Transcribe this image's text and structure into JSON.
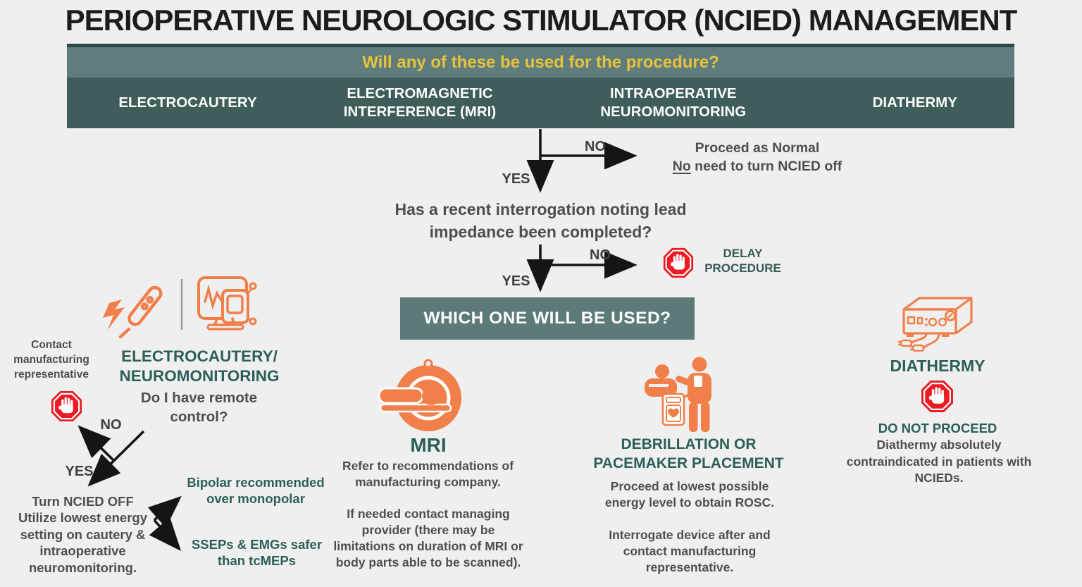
{
  "title": "PERIOPERATIVE NEUROLOGIC STIMULATOR (NCIED) MANAGEMENT",
  "header": {
    "question": "Will any of these be used for the procedure?",
    "columns": {
      "electrocautery": "ELECTROCAUTERY",
      "emi": "ELECTROMAGNETIC\nINTERFERENCE (MRI)",
      "ionm": "INTRAOPERATIVE\nNEUROMONITORING",
      "diathermy": "DIATHERMY"
    }
  },
  "flow": {
    "branch1": {
      "no": "NO",
      "yes": "YES",
      "result_line1": "Proceed as Normal",
      "result_no_word": "No",
      "result_rest": " need to turn NCIED off"
    },
    "question2": "Has a recent interrogation noting lead\nimpedance been completed?",
    "branch2": {
      "no": "NO",
      "yes": "YES",
      "delay": "DELAY\nPROCEDURE"
    },
    "which_box": "WHICH ONE WILL BE USED?"
  },
  "electro": {
    "heading": "ELECTROCAUTERY/\nNEUROMONITORING",
    "question": "Do I have remote\ncontrol?",
    "no": "NO",
    "yes": "YES",
    "contact": "Contact\nmanufacturing\nrepresentative",
    "turn_off": "Turn NCIED OFF\nUtilize lowest energy\nsetting on cautery &\nintraoperative\nneuromonitoring.",
    "tip_bipolar": "Bipolar recommended\nover monopolar",
    "tip_sseps": "SSEPs & EMGs safer\nthan tcMEPs"
  },
  "mri": {
    "heading": "MRI",
    "para1": "Refer to recommendations of\nmanufacturing company.",
    "para2": "If needed contact managing\nprovider (there may be\nlimitations on duration of MRI or\nbody parts able to be scanned)."
  },
  "defib": {
    "heading": "DEBRILLATION OR\nPACEMAKER PLACEMENT",
    "para1": "Proceed at lowest possible\nenergy level to obtain ROSC.",
    "para2": "Interrogate device after and\ncontact manufacturing\nrepresentative."
  },
  "diathermy": {
    "heading": "DIATHERMY",
    "subheading": "DO NOT PROCEED",
    "para": "Diathermy absolutely\ncontraindicated in patients with\nNCIEDs."
  },
  "colors": {
    "teal_dark": "#3e5d5b",
    "teal_light": "#5e7d7c",
    "teal_heading": "#2b5f58",
    "yellow": "#e9c33c",
    "orange": "#f07f4a",
    "red": "#ec1c24",
    "text_gray": "#4c4f51",
    "background": "#efeff0"
  }
}
